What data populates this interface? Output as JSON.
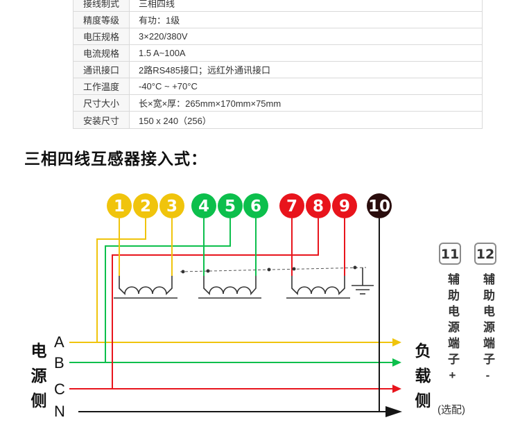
{
  "colors": {
    "phase_a": "#f0c40c",
    "phase_b": "#0cbf4c",
    "phase_c": "#e8141c",
    "neutral": "#151515",
    "terminal_10_fill": "#2a0d0d",
    "coil": "#333333",
    "table_border": "#d9d9d9"
  },
  "spec_table": {
    "rows": [
      {
        "label": "接线制式",
        "value": "三相四线"
      },
      {
        "label": "精度等级",
        "value": "有功：1级"
      },
      {
        "label": "电压规格",
        "value": "3×220/380V"
      },
      {
        "label": "电流规格",
        "value": "1.5 A~100A"
      },
      {
        "label": "通讯接口",
        "value": "2路RS485接口；远红外通讯接口"
      },
      {
        "label": "工作温度",
        "value": "-40°C ~ +70°C"
      },
      {
        "label": "尺寸大小",
        "value": "长×宽×厚：265mm×170mm×75mm"
      },
      {
        "label": "安装尺寸",
        "value": "150 x 240（256）"
      }
    ]
  },
  "heading": "三相四线互感器接入式：",
  "diagram": {
    "terminals": [
      "1",
      "2",
      "3",
      "4",
      "5",
      "6",
      "7",
      "8",
      "9",
      "10"
    ],
    "aux_terminals": [
      {
        "number": "11",
        "label": "辅助电源端子+"
      },
      {
        "number": "12",
        "label": "辅助电源端子-"
      }
    ],
    "aux_note": "(选配)",
    "source_side_label": "电源侧",
    "load_side_label": "负载侧",
    "phase_labels": {
      "a": "A",
      "b": "B",
      "c": "C",
      "n": "N"
    }
  }
}
